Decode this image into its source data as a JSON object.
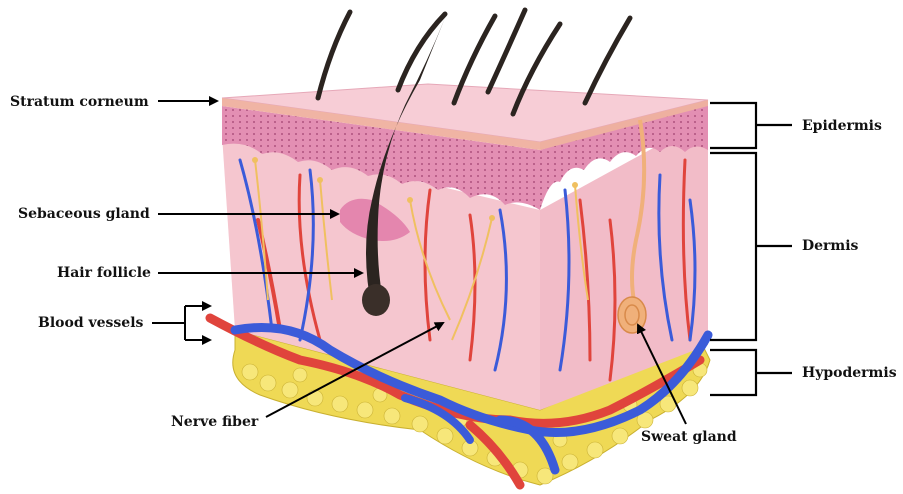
{
  "labels": {
    "stratum_corneum": "Stratum corneum",
    "sebaceous_gland": "Sebaceous gland",
    "hair_follicle": "Hair follicle",
    "blood_vessels": "Blood vessels",
    "nerve_fiber": "Nerve fiber",
    "sweat_gland": "Sweat gland",
    "epidermis": "Epidermis",
    "dermis": "Dermis",
    "hypodermis": "Hypodermis"
  },
  "colors": {
    "epidermis_top": "#f6c9d3",
    "epidermis_layer": "#e48fb2",
    "dermis": "#f5c6cf",
    "fat": "#f0dd5a",
    "artery": "#e0443c",
    "vein": "#3b5bd9",
    "nerve": "#f0c060",
    "hair": "#2b2420",
    "sweat_gland": "#f0b07a"
  }
}
